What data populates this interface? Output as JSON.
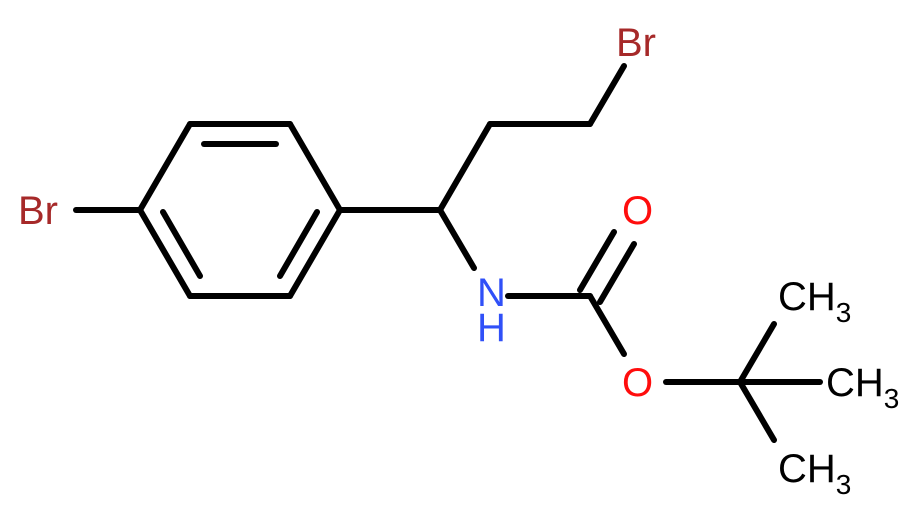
{
  "colors": {
    "bond": "#000000",
    "bromine": "#A62929",
    "nitrogen": "#3050F8",
    "oxygen": "#FF0D0D",
    "carbon": "#000000",
    "background": "#FFFFFF"
  },
  "atoms": {
    "br_ring": "Br",
    "br_chain": "Br",
    "nh_n": "N",
    "nh_h": "H",
    "o_carbonyl": "O",
    "o_ester": "O",
    "ch3_top_c": "CH",
    "ch3_top_sub": "3",
    "ch3_right_c": "CH",
    "ch3_right_sub": "3",
    "ch3_bottom_c": "CH",
    "ch3_bottom_sub": "3"
  }
}
